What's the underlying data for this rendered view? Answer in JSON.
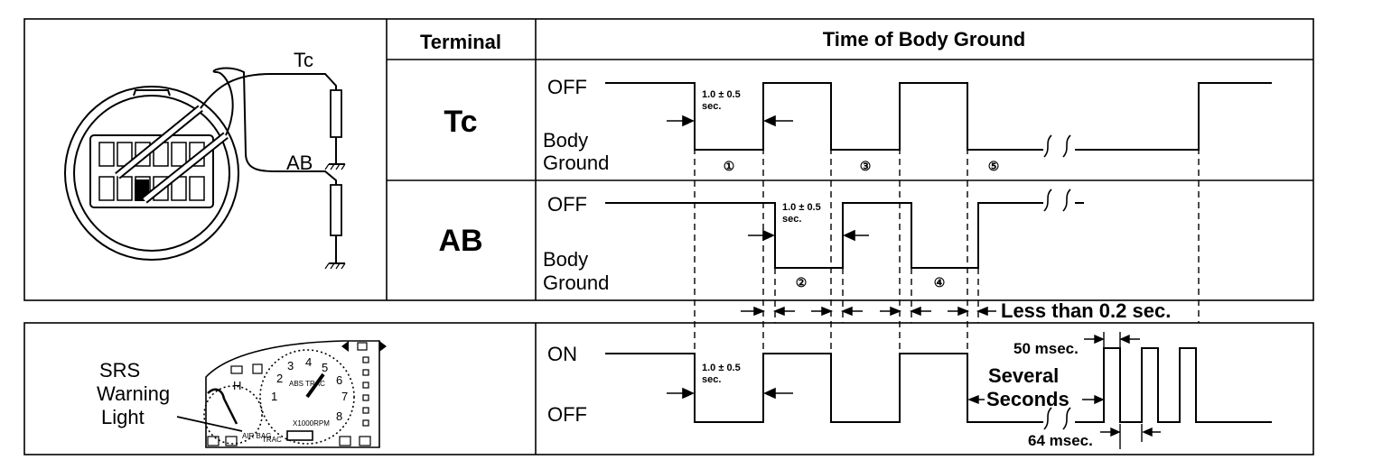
{
  "table": {
    "header_terminal": "Terminal",
    "header_time": "Time of Body Ground",
    "tc_label": "Tc",
    "ab_label": "AB"
  },
  "connector": {
    "tc_label": "Tc",
    "ab_label": "AB"
  },
  "tc_row": {
    "off_label": "OFF",
    "body_label": "Body",
    "ground_label": "Ground",
    "duration_l1": "1.0 ± 0.5",
    "duration_l2": "sec.",
    "markers": [
      "①",
      "③",
      "⑤"
    ]
  },
  "ab_row": {
    "off_label": "OFF",
    "body_label": "Body",
    "ground_label": "Ground",
    "duration_l1": "1.0 ± 0.5",
    "duration_l2": "sec.",
    "markers": [
      "②",
      "④"
    ]
  },
  "gap_note": "Less than 0.2 sec.",
  "light_row": {
    "on_label": "ON",
    "off_label": "OFF",
    "duration_l1": "1.0 ± 0.5",
    "duration_l2": "sec.",
    "pulse_on": "50 msec.",
    "several_l1": "Several",
    "several_l2": "Seconds",
    "pulse_off": "64 msec."
  },
  "cluster": {
    "label_l1": "SRS",
    "label_l2": "Warning",
    "label_l3": "Light",
    "gauge_numbers": [
      "1",
      "2",
      "3",
      "4",
      "5",
      "6",
      "7",
      "8"
    ],
    "rpm_unit": "X1000RPM",
    "h_mark": "H",
    "abs_trac": "ABS TRAC",
    "trac": "TRAC",
    "air_bag": "AIR BAG"
  }
}
